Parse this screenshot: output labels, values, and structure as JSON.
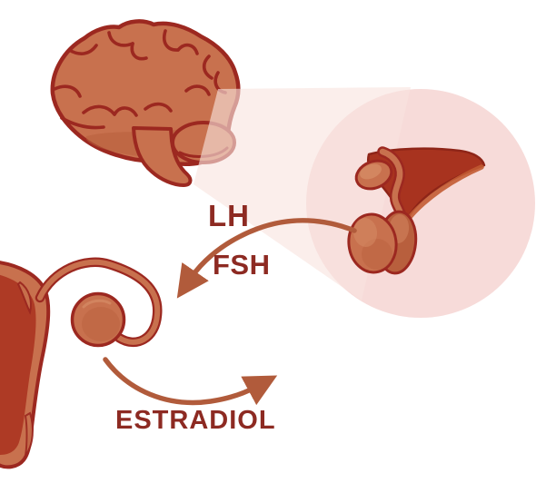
{
  "diagram": {
    "hormone_labels": {
      "lh": "LH",
      "fsh": "FSH",
      "estradiol": "ESTRADIOL"
    },
    "nodes": {
      "brain": "brain-illustration",
      "pituitary": "pituitary-gland-magnified-circle",
      "reproductive": "uterus-ovary-illustration"
    },
    "arrows": {
      "lh_fsh": "pituitary-to-ovary-arrow",
      "estradiol": "ovary-outward-arrow"
    }
  },
  "palette": {
    "background": "#FFFFFF",
    "outline": "#9C2820",
    "salmon": "#C8714E",
    "salmonDark": "#B85F3D",
    "salmonLight": "#D58A64",
    "darkRed": "#AE3A25",
    "wedge": "#A8331F",
    "wedgeEdge": "#8E2518",
    "wedgeLight": "#C25B32",
    "pinkCircle": "#F7DBD9",
    "beamPink": "#F8E3DF",
    "arrow": "#B15B3B",
    "labelText": "#8D2A22"
  }
}
